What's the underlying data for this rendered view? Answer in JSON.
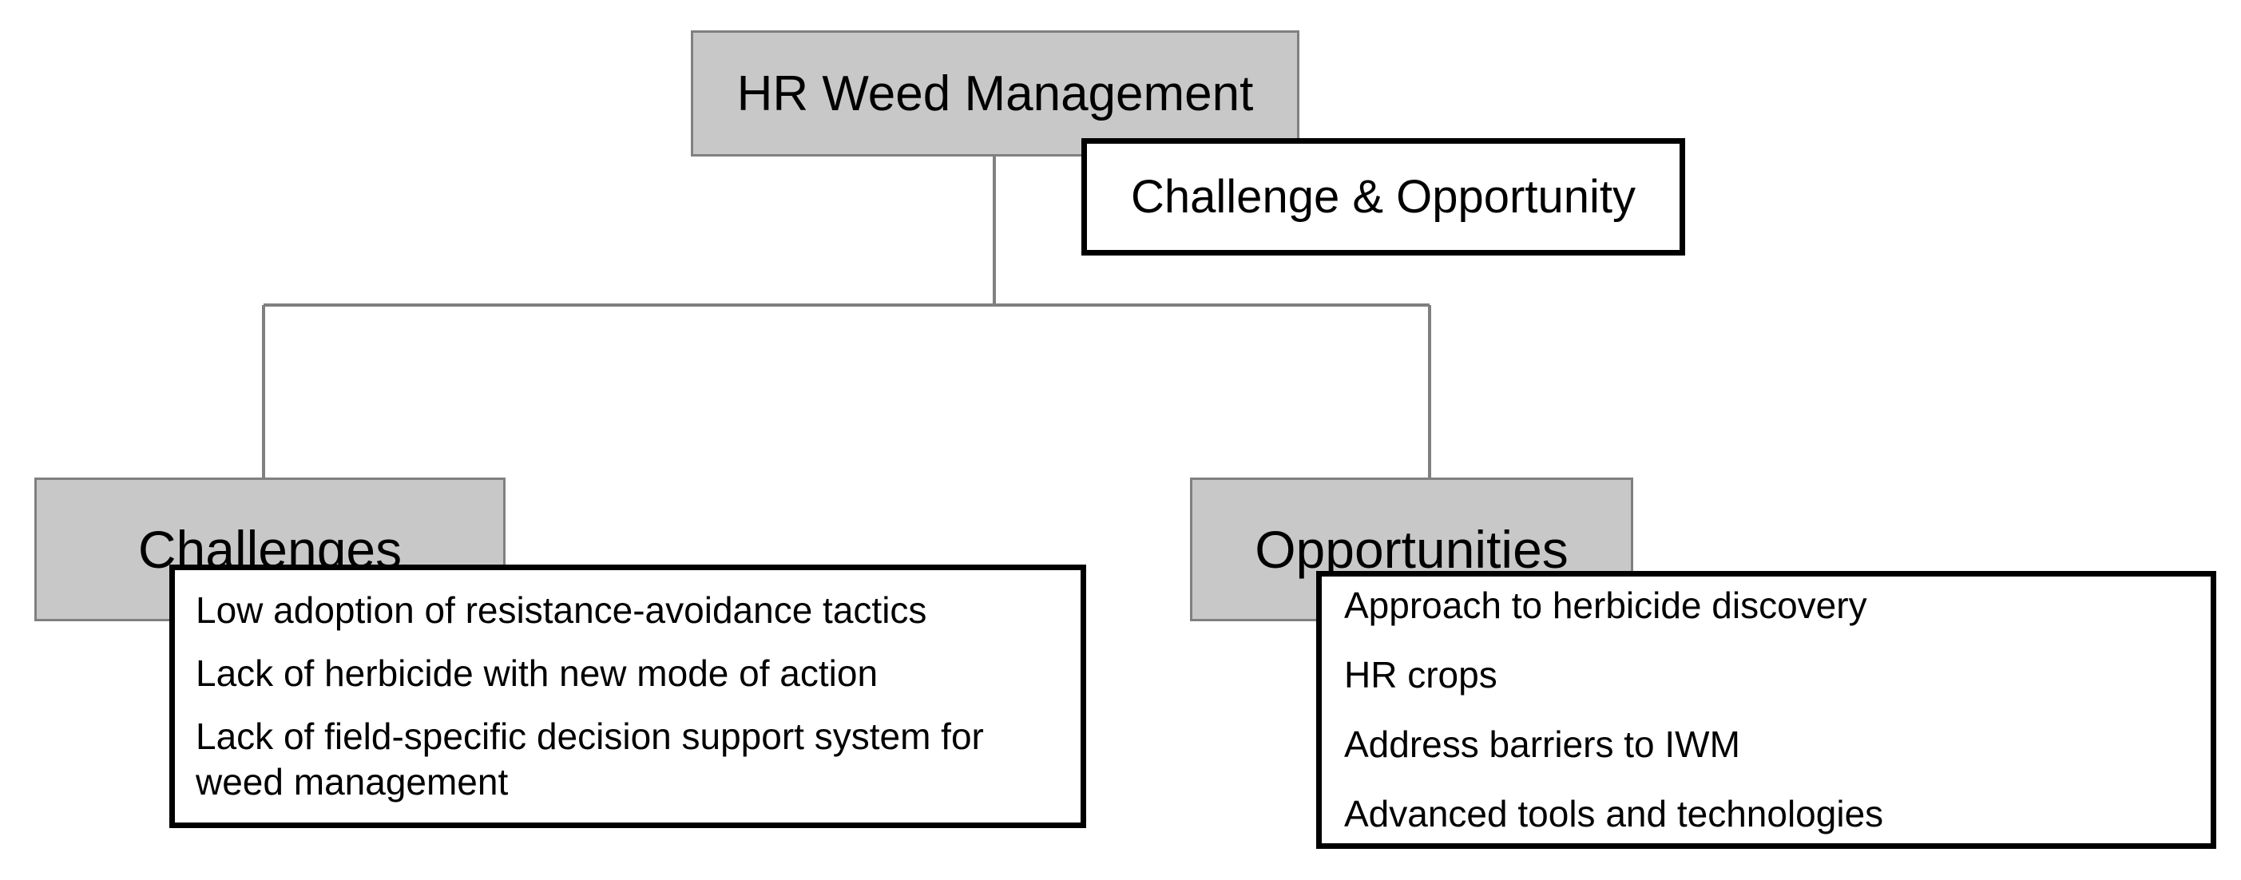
{
  "diagram": {
    "title": "HR Weed Management",
    "subtitle": "Challenge & Opportunity",
    "branches": [
      {
        "id": "challenges",
        "heading": "Challenges",
        "items": [
          "Low adoption of resistance-avoidance tactics",
          "Lack of herbicide with new mode of action",
          "Lack of field-specific decision support system for weed management"
        ]
      },
      {
        "id": "opportunities",
        "heading": "Opportunities",
        "items": [
          "Approach to herbicide discovery",
          "HR crops",
          "Address barriers to IWM",
          "Advanced tools and technologies"
        ]
      }
    ],
    "colors": {
      "node_fill": "#c8c8c8",
      "node_border": "#808080",
      "list_border": "#000000",
      "list_fill": "#ffffff",
      "connector": "#808080",
      "text": "#000000",
      "background": "#ffffff"
    }
  }
}
